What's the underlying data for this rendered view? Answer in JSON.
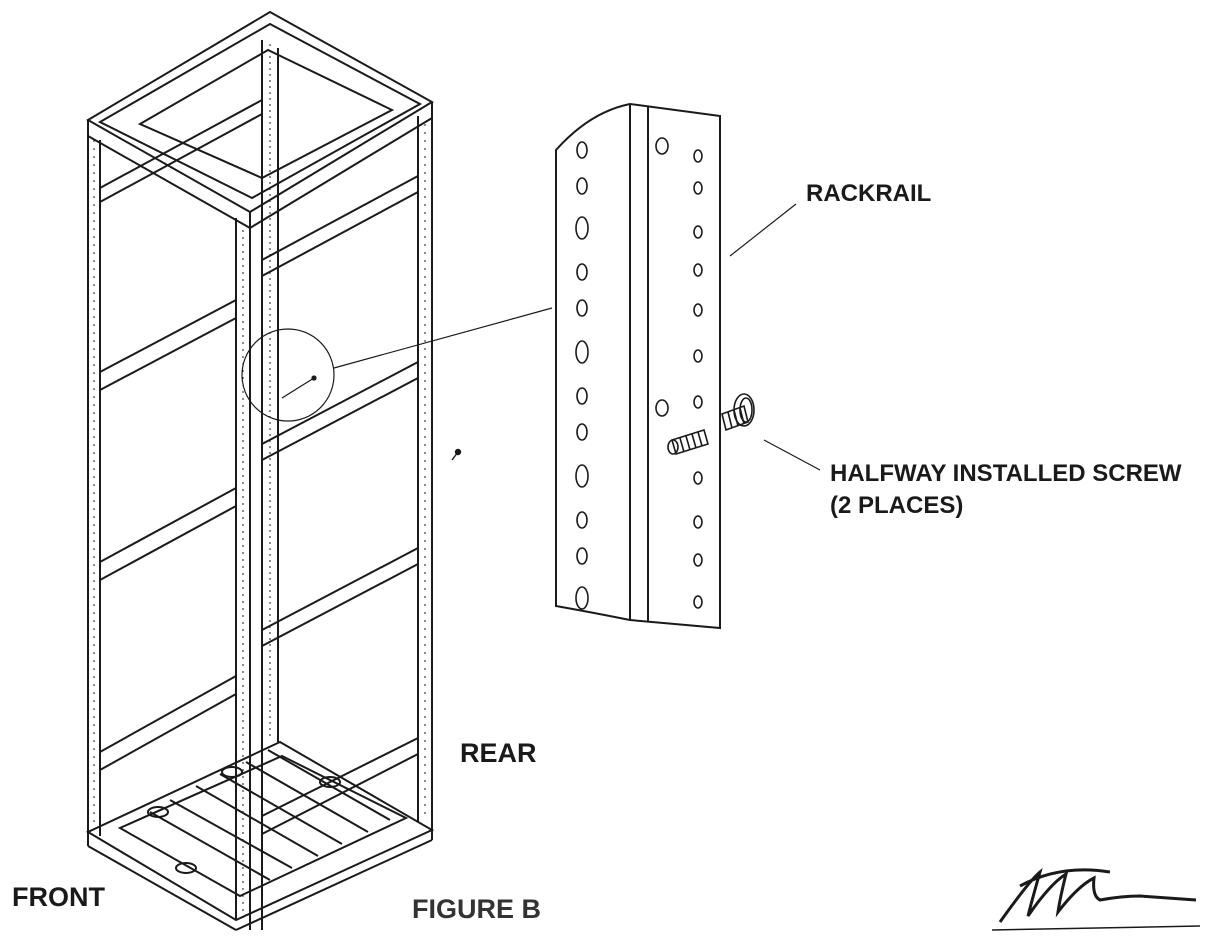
{
  "labels": {
    "rackrail": "RACKRAIL",
    "screw_line1": "HALFWAY INSTALLED SCREW",
    "screw_line2": "(2 PLACES)",
    "rear": "REAR",
    "front": "FRONT",
    "figure": "FIGURE B"
  },
  "icons": {
    "logo": "ma-signature-logo"
  },
  "colors": {
    "line": "#1a1a1a",
    "background": "#ffffff"
  }
}
